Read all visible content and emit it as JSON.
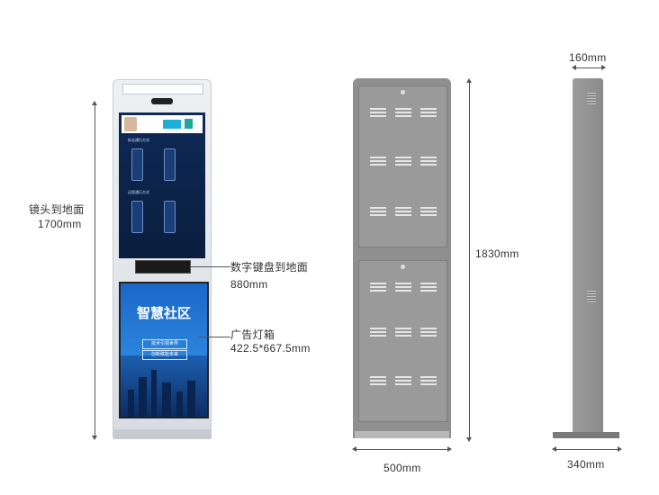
{
  "front": {
    "height_to_ground": "镜头到地面",
    "height_value": "1700mm",
    "keypad_label": "数字键盘到地面",
    "keypad_value": "880mm",
    "lightbox_label": "广告灯箱",
    "lightbox_value": "422.5*667.5mm",
    "ad_title": "智慧社区",
    "ad_line1": "技术引领世界",
    "ad_line2": "创新赋能未来",
    "screen_section1": "标志通行方式",
    "screen_section2": "远程通行方式"
  },
  "back": {
    "height_value": "1830mm",
    "width_value": "500mm"
  },
  "side": {
    "depth_value": "160mm",
    "base_value": "340mm"
  },
  "colors": {
    "cabinet": "#8f8f8f",
    "screen": "#0e2a57",
    "ad": "#0f3c84"
  }
}
